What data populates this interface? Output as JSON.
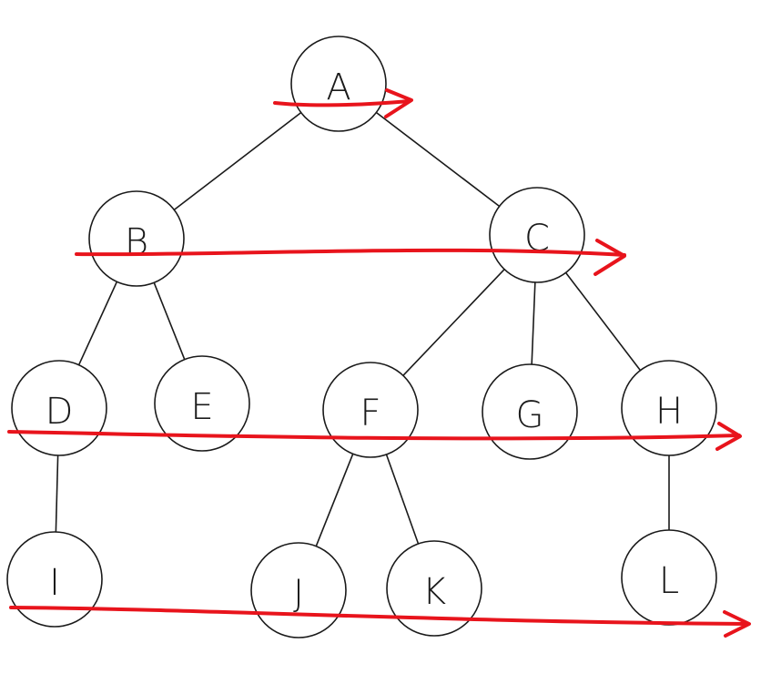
{
  "colors": {
    "node_stroke": "#1a1a1a",
    "node_fill": "#ffffff",
    "traversal": "#e8141c"
  },
  "nodes": [
    {
      "id": "A",
      "label": "A"
    },
    {
      "id": "B",
      "label": "B"
    },
    {
      "id": "C",
      "label": "C"
    },
    {
      "id": "D",
      "label": "D"
    },
    {
      "id": "E",
      "label": "E"
    },
    {
      "id": "F",
      "label": "F"
    },
    {
      "id": "G",
      "label": "G"
    },
    {
      "id": "H",
      "label": "H"
    },
    {
      "id": "I",
      "label": "I"
    },
    {
      "id": "J",
      "label": "J"
    },
    {
      "id": "K",
      "label": "K"
    },
    {
      "id": "L",
      "label": "L"
    }
  ],
  "edges": [
    [
      "A",
      "B"
    ],
    [
      "A",
      "C"
    ],
    [
      "B",
      "D"
    ],
    [
      "B",
      "E"
    ],
    [
      "C",
      "F"
    ],
    [
      "C",
      "G"
    ],
    [
      "C",
      "H"
    ],
    [
      "D",
      "I"
    ],
    [
      "F",
      "J"
    ],
    [
      "F",
      "K"
    ],
    [
      "H",
      "L"
    ]
  ],
  "traversal_levels": [
    [
      "A"
    ],
    [
      "B",
      "C"
    ],
    [
      "D",
      "E",
      "F",
      "G",
      "H"
    ],
    [
      "I",
      "J",
      "K",
      "L"
    ]
  ]
}
